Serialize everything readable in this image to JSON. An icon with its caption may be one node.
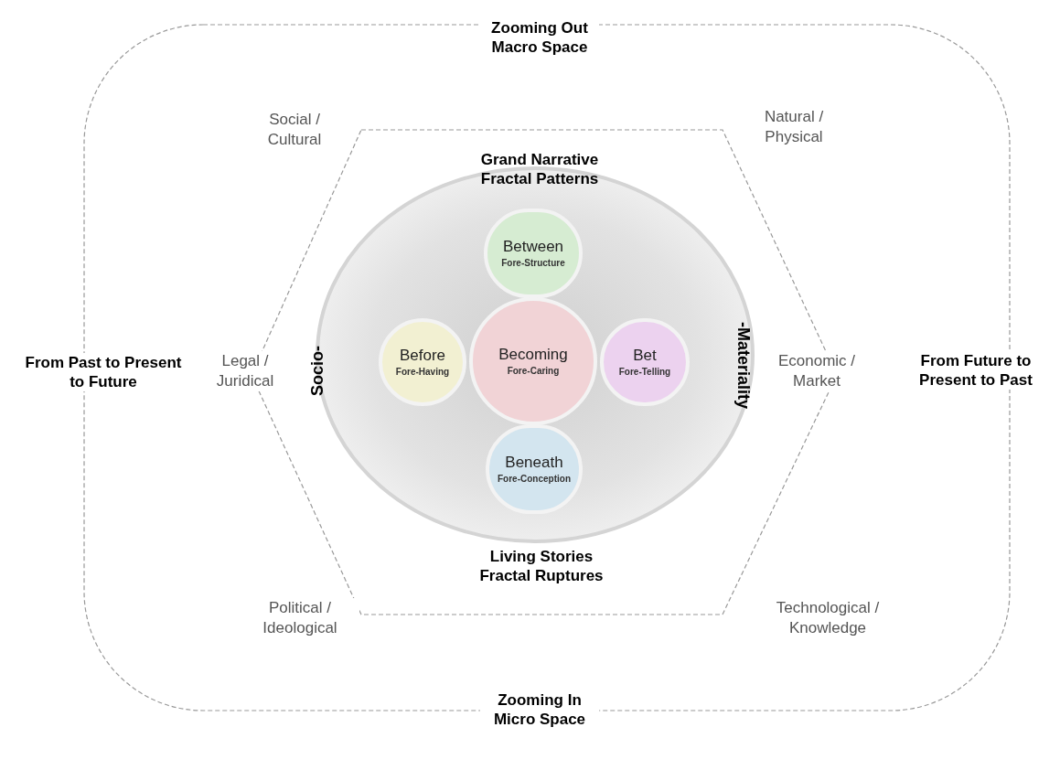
{
  "diagram": {
    "nodes": [
      {
        "text": [
          "Zooming Out Macro Space",
          "From Past to Present to Future",
          "From Future to Present to Past",
          "Zooming In Micro Space"
        ]
      },
      {
        "text": [
          "Social / Cultural",
          "Natural / Physical",
          "Legal / Juridical",
          "Economic / Market",
          "Political / Ideological",
          "Technological / Knowledge"
        ],
        "in": 0
      },
      {
        "text": [
          "Grand Narrative Fractal Patterns",
          "Socio-",
          "-Materiality",
          "Living Stories Fractal Ruptures"
        ],
        "in": 1
      },
      {
        "text": [
          "Between",
          "Fore-Structure"
        ],
        "in": 2
      },
      {
        "text": [
          "Before",
          "Fore-Having"
        ],
        "in": 2
      },
      {
        "text": [
          "Becoming",
          "Fore-Caring"
        ],
        "in": 2
      },
      {
        "text": [
          "Bet",
          "Fore-Telling"
        ],
        "in": 2
      },
      {
        "text": [
          "Beneath",
          "Fore-Conception"
        ],
        "in": 2
      }
    ]
  }
}
